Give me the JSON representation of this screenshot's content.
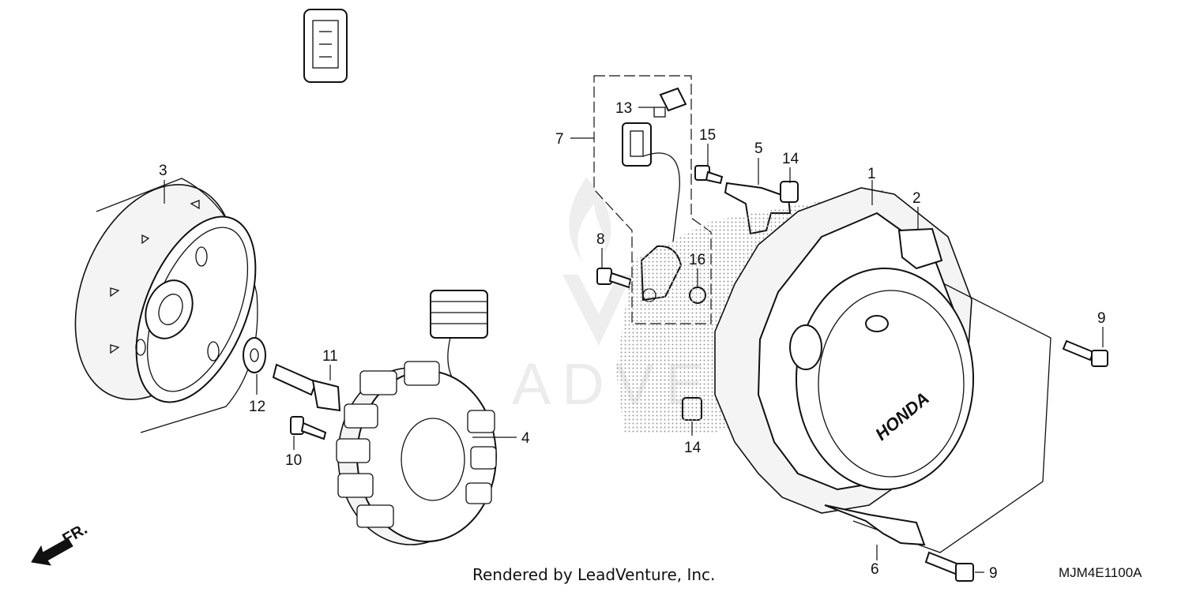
{
  "footer": {
    "rendered_by": "Rendered by LeadVenture, Inc.",
    "diagram_code": "MJM4E1100A"
  },
  "direction_marker": "FR.",
  "watermark": "ADVENTURE",
  "cover_logo": "HONDA",
  "parts": {
    "p1": "1",
    "p2": "2",
    "p3": "3",
    "p4": "4",
    "p5": "5",
    "p6": "6",
    "p7": "7",
    "p8": "8",
    "p9a": "9",
    "p9b": "9",
    "p10": "10",
    "p11": "11",
    "p12": "12",
    "p13": "13",
    "p14a": "14",
    "p14b": "14",
    "p15": "15",
    "p16": "16"
  }
}
